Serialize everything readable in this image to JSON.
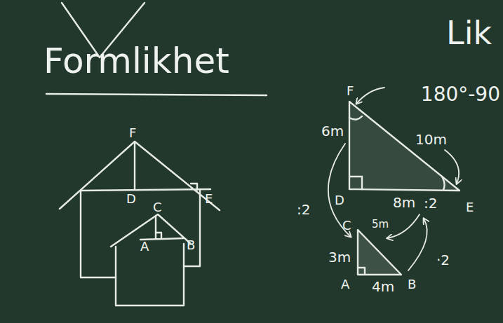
{
  "diagram": {
    "title": "Formlikhet",
    "labels": [
      "Lik",
      "180°-90",
      "F",
      "D",
      "E",
      "C",
      "A",
      "B",
      "F",
      "D",
      "E",
      "C",
      "A",
      "B",
      "6m",
      "10m",
      "8m",
      ":2",
      ":2",
      "5m",
      "3m",
      "4m",
      "·2"
    ]
  }
}
